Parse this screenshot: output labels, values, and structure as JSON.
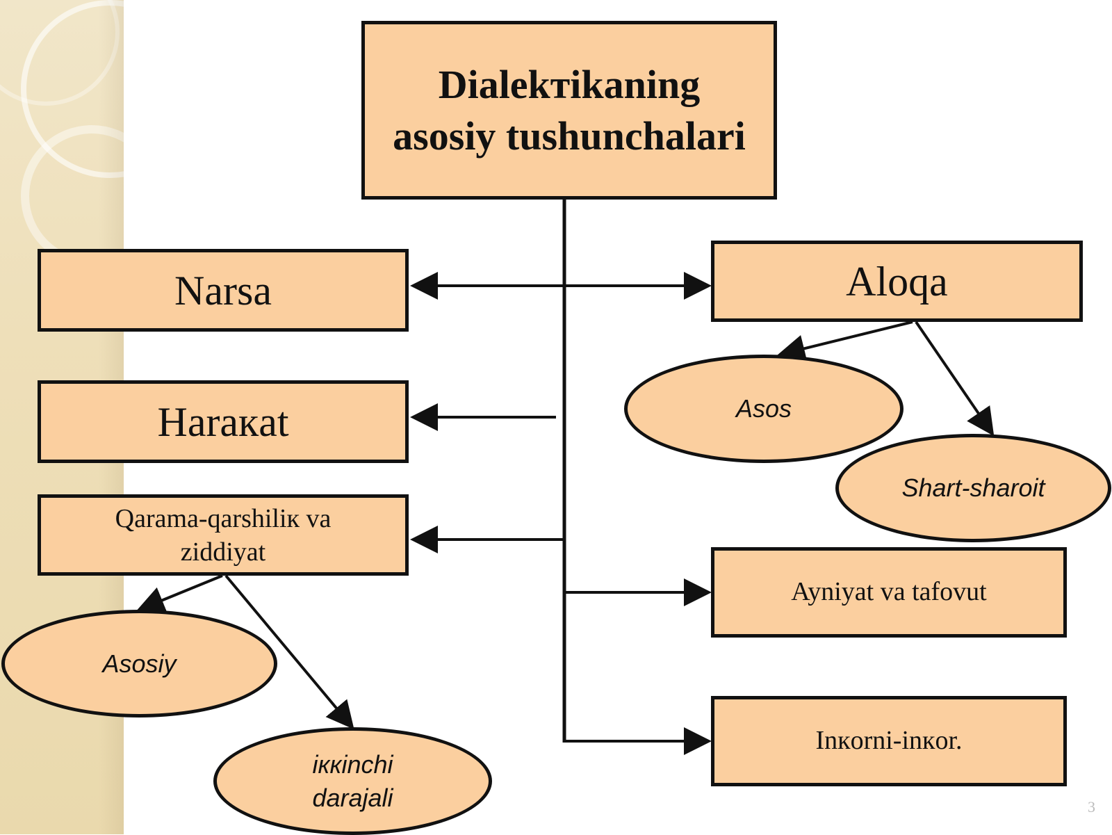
{
  "title": "Dialekтikaning asosiy tushunchalari",
  "nodes": {
    "narsa": "Narsa",
    "harakat": "Haraкat",
    "qarama": "Qarama-qarshiliк va ziddiyat",
    "aloqa": "Aloqa",
    "ayniyat": "Ayniyat va tafovut",
    "inkor": "Inкorni-inкor."
  },
  "sub_nodes": {
    "asos": "Asos",
    "shart": "Shart-sharoit",
    "asosiy": "Asosiy",
    "ikkinchi": "iккinchi darajali"
  },
  "edges": [
    {
      "from": "title",
      "to": "narsa"
    },
    {
      "from": "title",
      "to": "aloqa"
    },
    {
      "from": "title",
      "to": "harakat"
    },
    {
      "from": "title",
      "to": "qarama"
    },
    {
      "from": "title",
      "to": "ayniyat"
    },
    {
      "from": "title",
      "to": "inkor"
    },
    {
      "from": "aloqa",
      "to": "asos"
    },
    {
      "from": "aloqa",
      "to": "shart"
    },
    {
      "from": "qarama",
      "to": "asosiy"
    },
    {
      "from": "qarama",
      "to": "ikkinchi"
    }
  ],
  "page_number": "3",
  "colors": {
    "fill": "#fbcf9f",
    "stroke": "#111111",
    "background_band": "#eedfb9"
  }
}
